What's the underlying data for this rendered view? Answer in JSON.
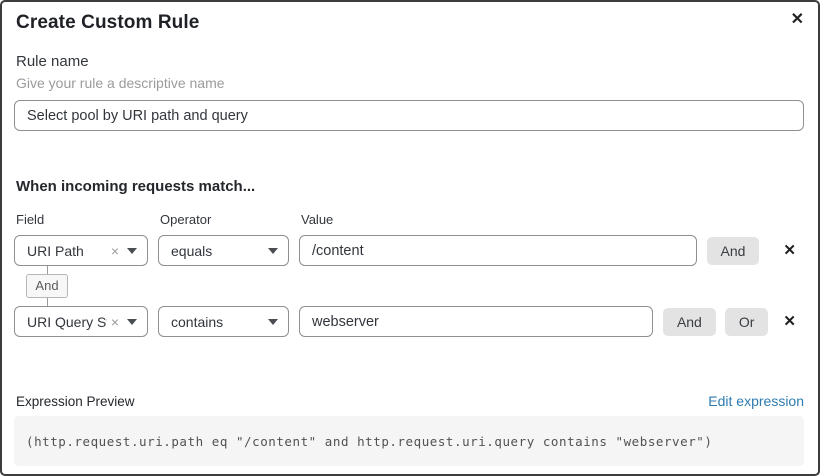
{
  "dialog": {
    "title": "Create Custom Rule",
    "close_icon": "✕"
  },
  "rule_name": {
    "label": "Rule name",
    "helper": "Give your rule a descriptive name",
    "value": "Select pool by URI path and query"
  },
  "match": {
    "heading": "When incoming requests match...",
    "columns": {
      "field": "Field",
      "operator": "Operator",
      "value": "Value"
    },
    "clear_icon": "×",
    "remove_icon": "✕",
    "connector_label": "And",
    "conditions": [
      {
        "field": "URI Path",
        "operator": "equals",
        "value": "/content",
        "and_label": "And"
      },
      {
        "field": "URI Query St...",
        "operator": "contains",
        "value": "webserver",
        "and_label": "And",
        "or_label": "Or"
      }
    ]
  },
  "expression": {
    "label": "Expression Preview",
    "edit_link": "Edit expression",
    "code": "(http.request.uri.path eq \"/content\" and http.request.uri.query contains \"webserver\")"
  },
  "colors": {
    "link": "#2c7cb0",
    "button_bg": "#e3e3e3",
    "dialog_border": "#3c3c3c",
    "code_bg": "#f5f5f5"
  }
}
